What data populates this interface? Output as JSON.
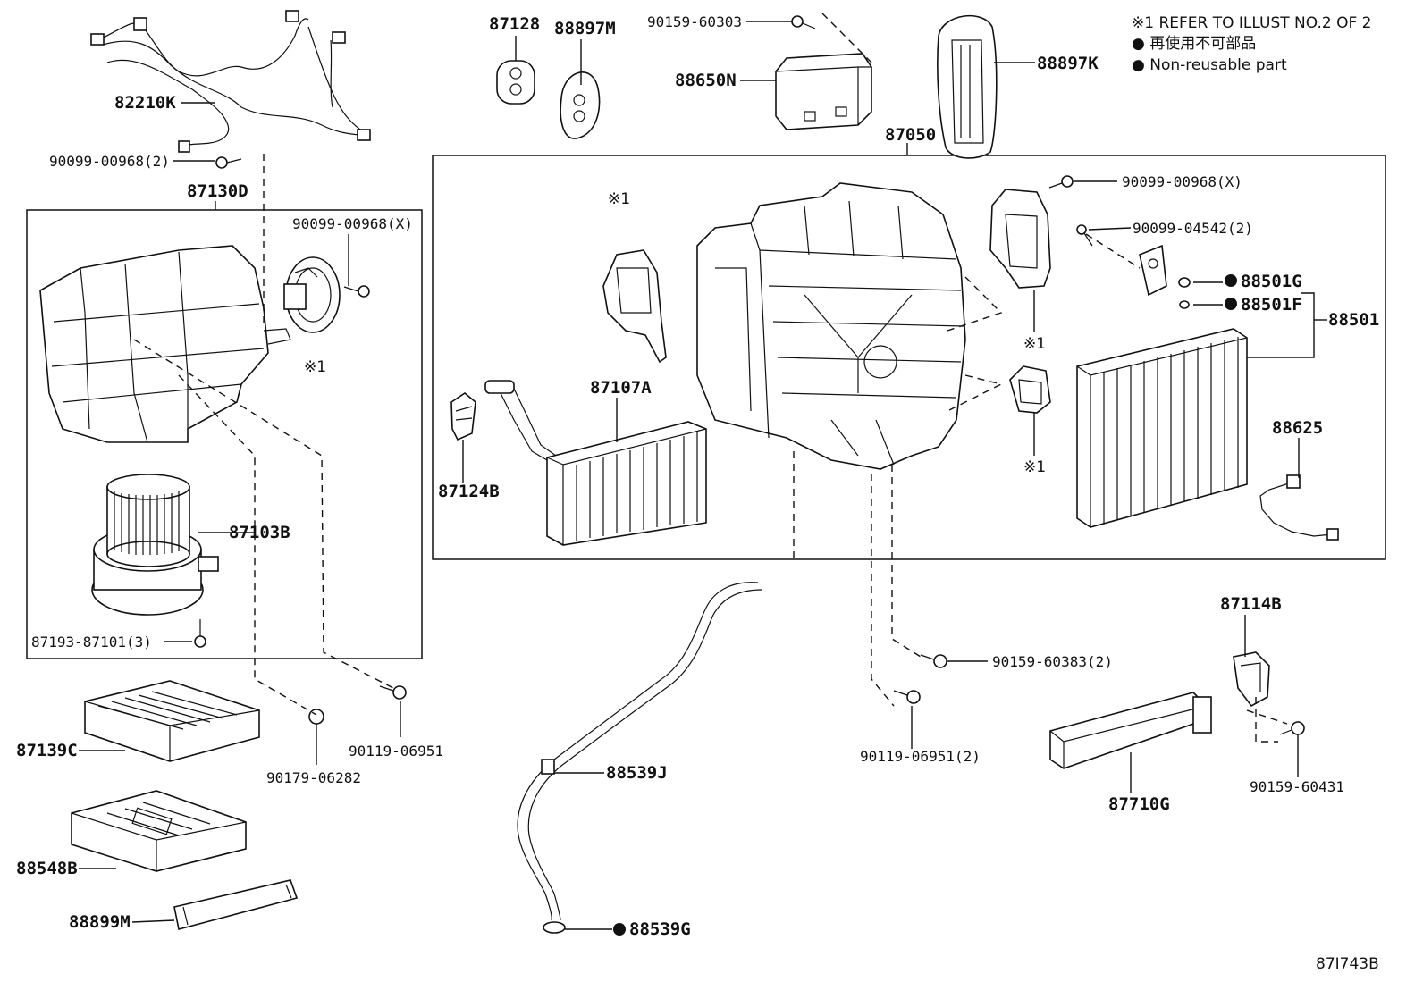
{
  "notes": {
    "ref_line": "※1 REFER TO ILLUST NO.2 OF 2",
    "nonreusable_jp": "● 再使用不可部品",
    "nonreusable_en": "● Non-reusable part"
  },
  "illustration_code": "87I743B",
  "ref_marks": {
    "blower_motor_ref": "※1",
    "servo_left_ref": "※1",
    "servo_upper_ref": "※1",
    "servo_lower_ref": "※1"
  },
  "labels": {
    "p82210K": "82210K",
    "p90099_00968_2": "90099-00968(2)",
    "p87130D": "87130D",
    "p90099_00968_X_left": "90099-00968(X)",
    "p87103B": "87103B",
    "p87193_87101_3": "87193-87101(3)",
    "p87139C": "87139C",
    "p90179_06282": "90179-06282",
    "p90119_06951": "90119-06951",
    "p88548B": "88548B",
    "p88899M": "88899M",
    "p87128": "87128",
    "p88897M": "88897M",
    "p90159_60303": "90159-60303",
    "p88650N": "88650N",
    "p88897K": "88897K",
    "p87050": "87050",
    "p90099_00968_X_right": "90099-00968(X)",
    "p90099_04542_2": "90099-04542(2)",
    "p88501G": "88501G",
    "p88501F": "88501F",
    "p88501": "88501",
    "p87107A": "87107A",
    "p87124B": "87124B",
    "p88625": "88625",
    "p87114B": "87114B",
    "p90159_60383_2": "90159-60383(2)",
    "p90119_06951_2": "90119-06951(2)",
    "p90159_60431": "90159-60431",
    "p87710G": "87710G",
    "p88539J": "88539J",
    "p88539G": "88539G"
  }
}
